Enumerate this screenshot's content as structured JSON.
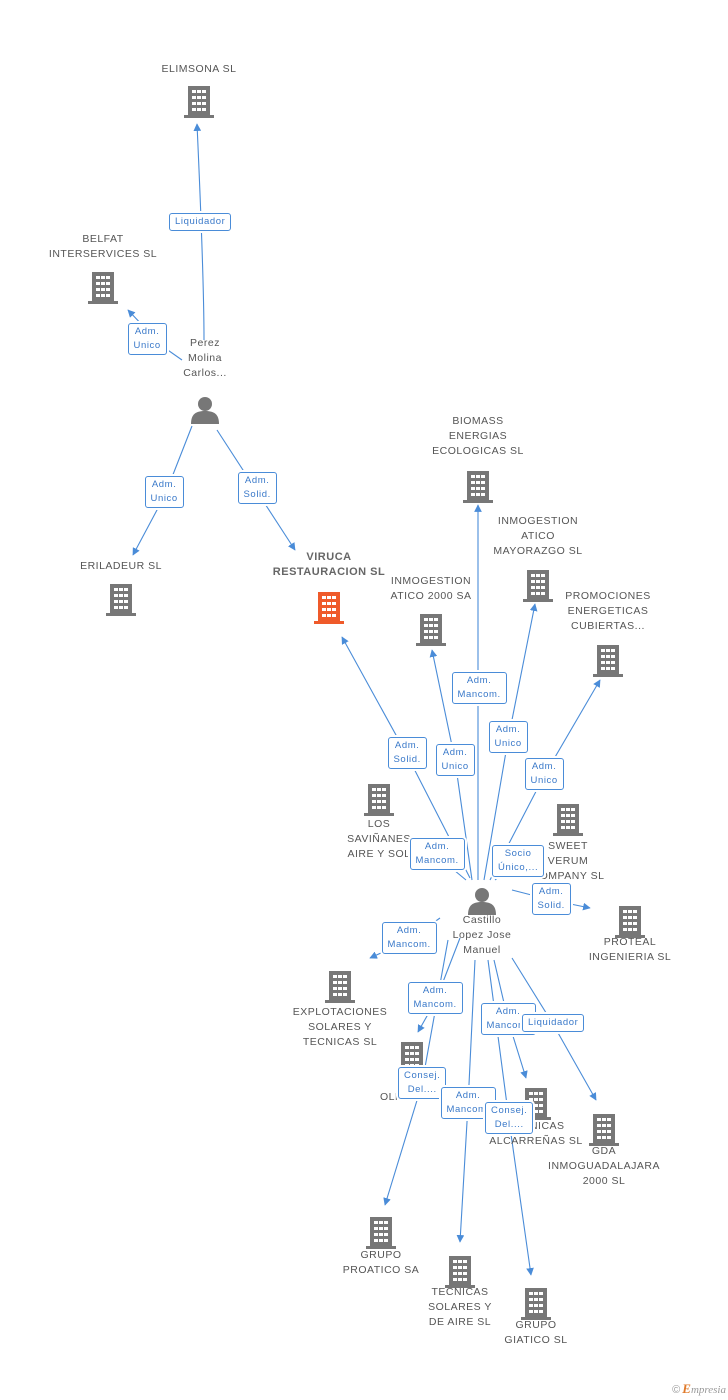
{
  "colors": {
    "edge": "#4a8cd8",
    "company": "#777777",
    "main_company": "#ef5a2a",
    "person": "#777777",
    "label_text": "#555555"
  },
  "companies": [
    {
      "label": "ELIMSONA SL"
    },
    {
      "label": "BELFAT\nINTERSERVICES SL"
    },
    {
      "label": "ERILADEUR SL"
    },
    {
      "label": "VIRUCA\nRESTAURACION SL"
    },
    {
      "label": "BIOMASS\nENERGIAS\nECOLOGICAS SL"
    },
    {
      "label": "INMOGESTION\nATICO\nMAYORAZGO SL"
    },
    {
      "label": "INMOGESTION\nATICO 2000 SA"
    },
    {
      "label": "PROMOCIONES\nENERGETICAS\nCUBIERTAS..."
    },
    {
      "label": "LOS\nSAVIÑANES\nAIRE Y SOL"
    },
    {
      "label": "SWEET\nVERUM\nCOMPANY SL"
    },
    {
      "label": "PROTEAL\nINGENIERIA SL"
    },
    {
      "label": "EXPLOTACIONES\nSOLARES Y\nTECNICAS SL"
    },
    {
      "label": "OLMEDA SL"
    },
    {
      "label": "TECNICAS\nALCARREÑAS SL"
    },
    {
      "label": "GDA\nINMOGUADALAJARA\n2000 SL"
    },
    {
      "label": "GRUPO\nPROATICO SA"
    },
    {
      "label": "TECNICAS\nSOLARES Y\nDE AIRE SL"
    },
    {
      "label": "GRUPO\nGIATICO SL"
    }
  ],
  "persons": [
    {
      "label": "Perez\nMolina\nCarlos..."
    },
    {
      "label": "Castillo\nLopez Jose\nManuel"
    }
  ],
  "relations": [
    {
      "label": "Liquidador"
    },
    {
      "label": "Adm.\nUnico"
    },
    {
      "label": "Adm.\nUnico"
    },
    {
      "label": "Adm.\nSolid."
    },
    {
      "label": "Adm.\nMancom."
    },
    {
      "label": "Adm.\nUnico"
    },
    {
      "label": "Adm.\nSolid."
    },
    {
      "label": "Adm.\nUnico"
    },
    {
      "label": "Adm.\nUnico"
    },
    {
      "label": "Adm.\nMancom."
    },
    {
      "label": "Socio\nÚnico,..."
    },
    {
      "label": "Adm.\nSolid."
    },
    {
      "label": "Adm.\nMancom."
    },
    {
      "label": "Adm.\nMancom."
    },
    {
      "label": "Adm.\nMancom."
    },
    {
      "label": "Liquidador"
    },
    {
      "label": "Consej.\nDel...."
    },
    {
      "label": "Adm.\nMancom."
    },
    {
      "label": "Consej.\nDel...."
    }
  ],
  "footer": {
    "copyright": "©",
    "brand_initial": "E",
    "brand_rest": "mpresia"
  }
}
